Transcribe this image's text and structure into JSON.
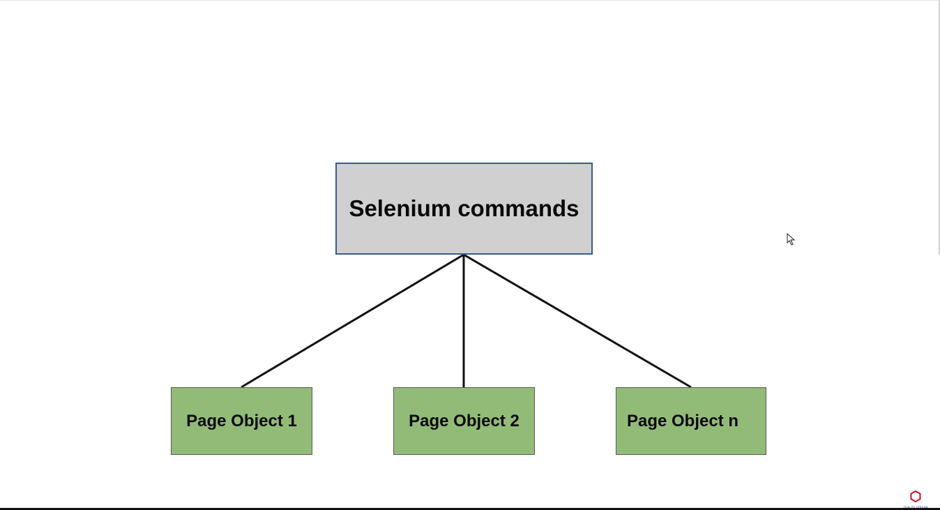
{
  "diagram": {
    "root": {
      "label": "Selenium commands"
    },
    "children": [
      {
        "label": "Page Object 1"
      },
      {
        "label": "Page Object 2"
      },
      {
        "label": "Page Object n"
      }
    ]
  },
  "colors": {
    "root_fill": "#d0d0d0",
    "root_border": "#3a5b8c",
    "child_fill": "#93bb78",
    "connector": "#111111"
  },
  "watermark": {
    "icon": "hexagon-logo-icon",
    "text": "QUALITY STREAM"
  },
  "cursor": {
    "icon": "mouse-pointer-icon"
  }
}
